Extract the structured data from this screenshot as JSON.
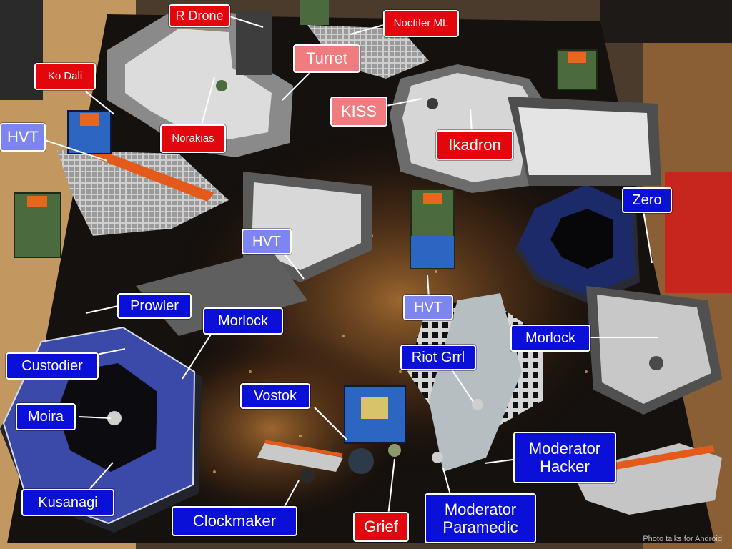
{
  "labels": {
    "r_drone": "R Drone",
    "noctifer_ml": "Noctifer ML",
    "turret": "Turret",
    "ko_dali": "Ko Dali",
    "kiss": "KISS",
    "norakias": "Norakias",
    "ikadron": "Ikadron",
    "hvt_left": "HVT",
    "zero": "Zero",
    "hvt_mid": "HVT",
    "hvt_center": "HVT",
    "prowler": "Prowler",
    "morlock_left": "Morlock",
    "morlock_right": "Morlock",
    "custodier": "Custodier",
    "riot_grrl": "Riot Grrl",
    "vostok": "Vostok",
    "moira": "Moira",
    "moderator_hacker_1": "Moderator",
    "moderator_hacker_2": "Hacker",
    "kusanagi": "Kusanagi",
    "moderator_paramedic_1": "Moderator",
    "moderator_paramedic_2": "Paramedic",
    "clockmaker": "Clockmaker",
    "grief": "Grief"
  },
  "watermark": "Photo talks for Android",
  "colors": {
    "blue_label": "#0a10d8",
    "red_label": "#e4060d",
    "light_blue_label": "#7f85f0",
    "pink_label": "#f07c80"
  }
}
